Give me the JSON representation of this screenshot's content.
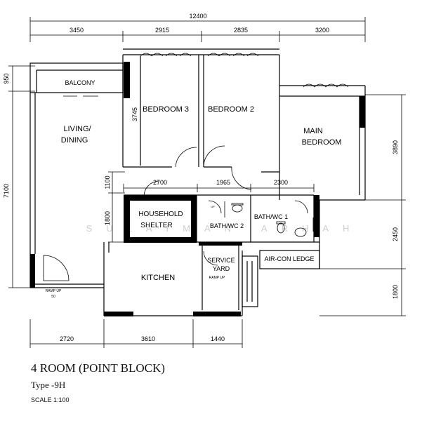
{
  "title": "4 ROOM (POINT BLOCK)",
  "subtitle": "Type -9H",
  "scale": "SCALE 1:100",
  "watermark": "SULAIMAN ARHAH",
  "rooms": {
    "balcony": "BALCONY",
    "bedroom3": "BEDROOM 3",
    "bedroom2": "BEDROOM 2",
    "main_bedroom_1": "MAIN",
    "main_bedroom_2": "BEDROOM",
    "living_1": "LIVING/",
    "living_2": "DINING",
    "shelter_1": "HOUSEHOLD",
    "shelter_2": "SHELTER",
    "bath2": "BATH/WC 2",
    "bath1": "BATH/WC 1",
    "service_1": "SERVICE",
    "service_2": "YARD",
    "aircon": "AIR-CON LEDGE",
    "kitchen": "KITCHEN"
  },
  "notes": {
    "ramp_up_a": "RAMP UP",
    "ramp_up_b": "50",
    "ramp_yard": "RAMP UP",
    "fd_up": "UP"
  },
  "dimensions": {
    "top_total": "12400",
    "top": [
      "3450",
      "2915",
      "2835",
      "3200"
    ],
    "left_balcony": "950",
    "left_main": "7100",
    "inner_1100": "1100",
    "inner_1800": "1800",
    "inner_2700": "2700",
    "inner_1965": "1965",
    "inner_2300": "2300",
    "bedroom3_height": "3745",
    "right_3890": "3890",
    "right_2450": "2450",
    "right_1800": "1800",
    "bottom": [
      "2720",
      "3610",
      "1440"
    ]
  }
}
